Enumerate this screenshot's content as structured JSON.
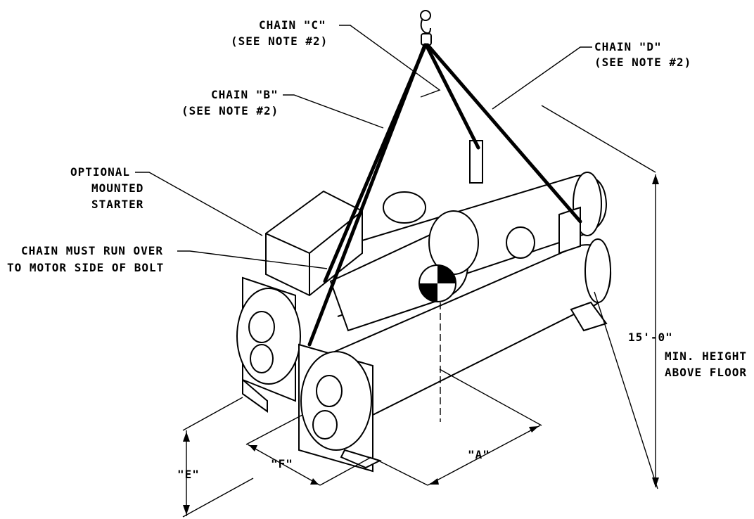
{
  "labels": {
    "chain_c_1": "CHAIN \"C\"",
    "chain_c_2": "(SEE NOTE #2)",
    "chain_d_1": "CHAIN \"D\"",
    "chain_d_2": "(SEE NOTE #2)",
    "chain_b_1": "CHAIN \"B\"",
    "chain_b_2": "(SEE NOTE #2)",
    "starter_1": "OPTIONAL",
    "starter_2": "MOUNTED",
    "starter_3": "STARTER",
    "bolt_1": "CHAIN MUST RUN OVER",
    "bolt_2": "TO MOTOR SIDE OF BOLT",
    "height_value": "15'-0\"",
    "height_1": "MIN. HEIGHT",
    "height_2": "ABOVE FLOOR",
    "dim_a": "\"A\"",
    "dim_e": "\"E\"",
    "dim_f": "\"F\""
  }
}
